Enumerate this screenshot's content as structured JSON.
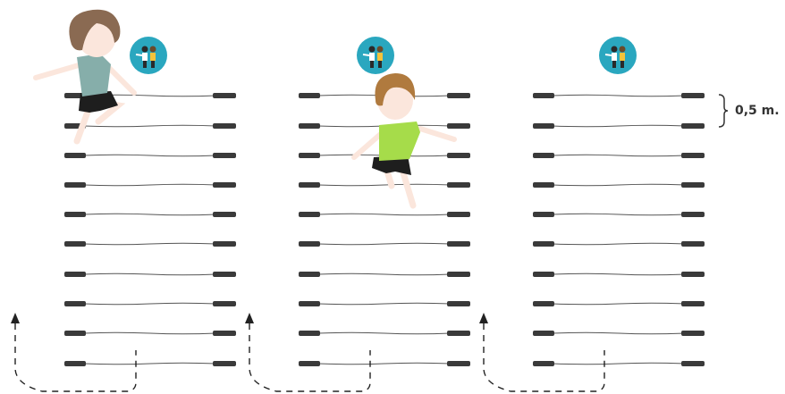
{
  "diagram": {
    "spacing_label": "0,5 m.",
    "columns": 3,
    "ropes_per_column": 10,
    "colors": {
      "rope": "#555555",
      "handle": "#3a3a3a",
      "badge": "#2aa7bf",
      "hair_left": "#8a6a52",
      "shirt_left": "#86aeaa",
      "hair_middle": "#b07a3e",
      "shirt_middle": "#a6dc4a",
      "shorts": "#1e1e1e",
      "skin": "#fbe6dc",
      "path": "#222222"
    },
    "icons": [
      "group-badge-icon",
      "group-badge-icon",
      "group-badge-icon"
    ],
    "figures": [
      "child-runner-left",
      "child-runner-middle"
    ]
  }
}
